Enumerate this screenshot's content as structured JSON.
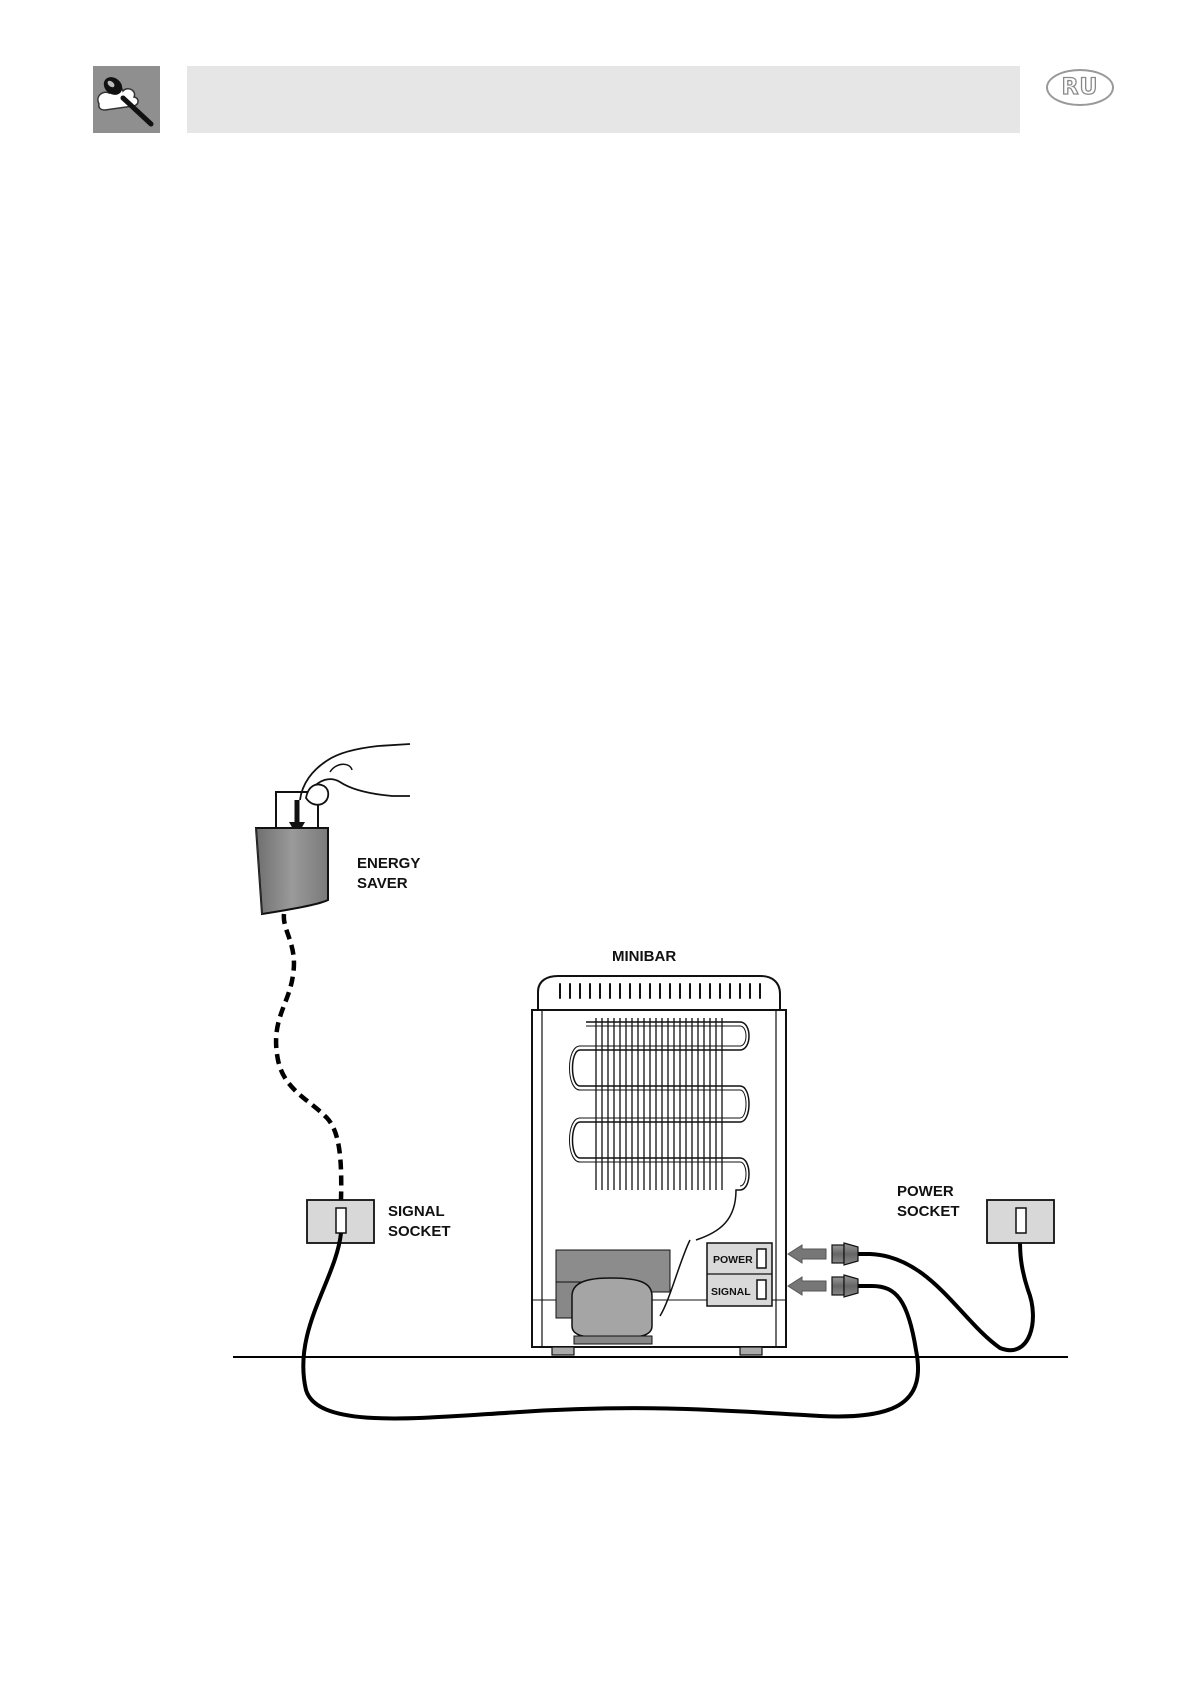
{
  "header": {
    "language_badge": "RU",
    "logo_icon": "chef-spoon-icon"
  },
  "diagram": {
    "labels": {
      "energy_saver_line1": "ENERGY",
      "energy_saver_line2": "SAVER",
      "minibar": "MINIBAR",
      "signal_socket_line1": "SIGNAL",
      "signal_socket_line2": "SOCKET",
      "power_socket_line1": "POWER",
      "power_socket_line2": "SOCKET",
      "panel_power": "POWER",
      "panel_signal": "SIGNAL"
    }
  }
}
